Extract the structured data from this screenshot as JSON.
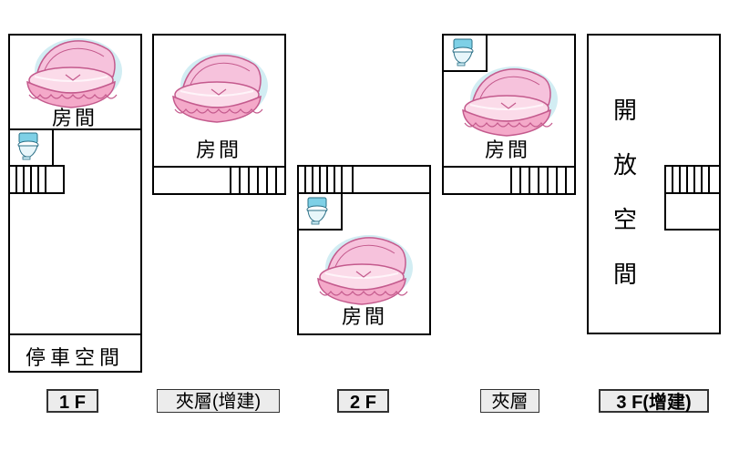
{
  "floors": [
    {
      "id": "1f",
      "label": "1 F",
      "rooms": [
        {
          "text": "房間"
        },
        {
          "text": "停車空間"
        }
      ]
    },
    {
      "id": "mezz-ext",
      "label": "夾層(增建)",
      "rooms": [
        {
          "text": "房間"
        }
      ]
    },
    {
      "id": "2f",
      "label": "2 F",
      "rooms": [
        {
          "text": "房間"
        }
      ]
    },
    {
      "id": "mezz",
      "label": "夾層",
      "rooms": [
        {
          "text": "房間"
        }
      ]
    },
    {
      "id": "3f-ext",
      "label": "3 F(增建)",
      "rooms": [
        {
          "text": "開放空間"
        }
      ]
    }
  ],
  "colors": {
    "line": "#000000",
    "cradle_pink": "#f4a9c9",
    "cradle_dark": "#d9679a",
    "cradle_shade": "#9ed9e3",
    "toilet": "#7ed0e6",
    "label_bg": "#ececec"
  },
  "icons": [
    "cradle-icon",
    "toilet-icon",
    "stairs-icon"
  ]
}
